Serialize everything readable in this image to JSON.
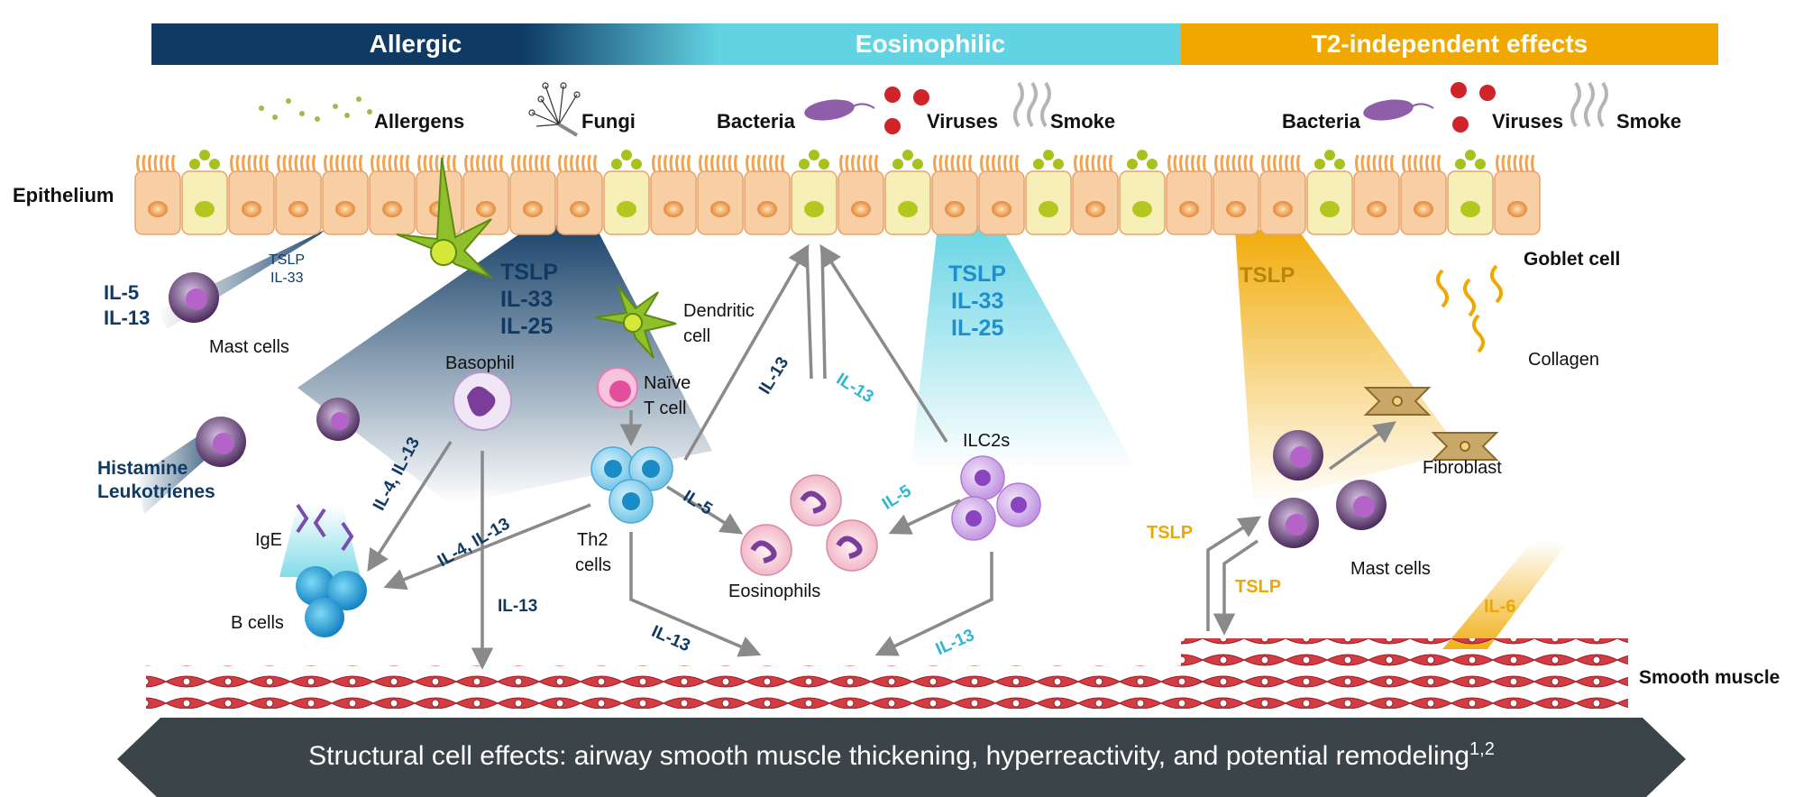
{
  "colors": {
    "navy": "#0f3a63",
    "cyan": "#62d3e3",
    "orange": "#f0a800",
    "epithelium": "#f6c69a",
    "muscle": "#c8333b",
    "arrow_grey": "#8a8a8a",
    "banner_dark": "#3b4448"
  },
  "header": {
    "allergic": "Allergic",
    "eosinophilic": "Eosinophilic",
    "t2_independent": "T2-independent effects"
  },
  "triggers": {
    "allergens": "Allergens",
    "fungi": "Fungi",
    "bacteria_1": "Bacteria",
    "viruses_1": "Viruses",
    "smoke_1": "Smoke",
    "bacteria_2": "Bacteria",
    "viruses_2": "Viruses",
    "smoke_2": "Smoke"
  },
  "tissue": {
    "epithelium": "Epithelium",
    "goblet_cell": "Goblet cell",
    "smooth_muscle": "Smooth muscle"
  },
  "cytokines": {
    "left_il5": "IL-5",
    "left_il13": "IL-13",
    "small_tslp": "TSLP",
    "small_il33": "IL-33",
    "main_tslp": "TSLP",
    "main_il33": "IL-33",
    "main_il25": "IL-25",
    "eos_tslp": "TSLP",
    "eos_il33": "IL-33",
    "eos_il25": "IL-25",
    "t2_tslp": "TSLP",
    "histamine": "Histamine",
    "leukotrienes": "Leukotrienes",
    "il4_il13_a": "IL-4, IL-13",
    "il4_il13_b": "IL-4, IL-13",
    "il13_down": "IL-13",
    "il13_up_navy": "IL-13",
    "il13_up_cyan": "IL-13",
    "il5_navy": "IL-5",
    "il5_cyan": "IL-5",
    "il13_muscle_navy": "IL-13",
    "il13_muscle_cyan": "IL-13",
    "tslp_arrow_up": "TSLP",
    "tslp_arrow_down": "TSLP",
    "il6": "IL-6"
  },
  "cells": {
    "mast_cells_left": "Mast cells",
    "basophil": "Basophil",
    "dendritic_line1": "Dendritic",
    "dendritic_line2": "cell",
    "naive_line1": "Naïve",
    "naive_line2": "T cell",
    "th2_line1": "Th2",
    "th2_line2": "cells",
    "ige": "IgE",
    "b_cells": "B cells",
    "eosinophils": "Eosinophils",
    "ilc2s": "ILC2s",
    "collagen": "Collagen",
    "fibroblast": "Fibroblast",
    "mast_cells_right": "Mast cells"
  },
  "banner": {
    "text": "Structural cell effects: airway smooth muscle thickening, hyperreactivity, and potential remodeling",
    "superscript": "1,2"
  }
}
